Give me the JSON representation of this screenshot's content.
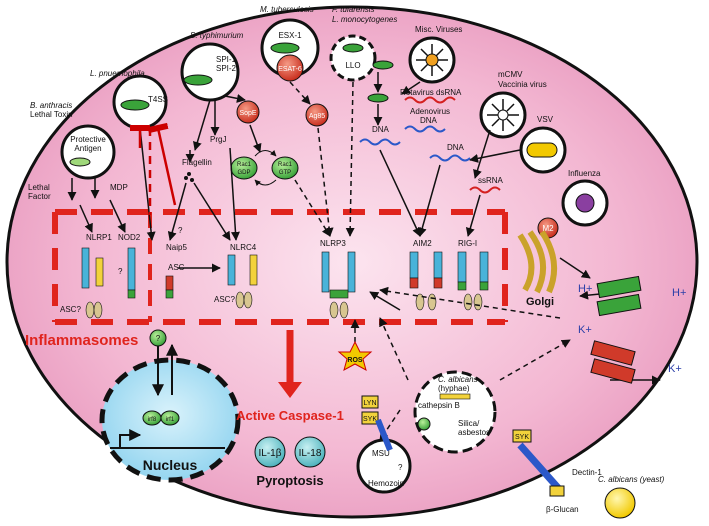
{
  "pathogens": {
    "s_anthracis": [
      "B. anthracis",
      "Lethal Toxin"
    ],
    "l_pneumophila": "L. pnuemophila",
    "s_typhimurium": "S. typhimurium",
    "m_tuberculosis": "M. tuberculosis",
    "f_tularensis": [
      "F. tularensis",
      "L. monocytogenes"
    ],
    "misc_viruses": "Misc. Viruses",
    "mcmv": [
      "mCMV",
      "Vaccinia virus"
    ],
    "vsv": "VSV",
    "influenza": "Influenza",
    "c_albicans_hyphae": [
      "C. albicans",
      "(hyphae)"
    ],
    "c_albicans_yeast": "C. albicans (yeast)"
  },
  "labels": {
    "protective_antigen": [
      "Protective",
      "Antigen"
    ],
    "lethal_factor": [
      "Lethal",
      "Factor"
    ],
    "mdp": "MDP",
    "t4ss": "T4SS",
    "spi": [
      "SPI-1",
      "SPI-2"
    ],
    "esx": "ESX-1",
    "esat": "ESAT-6",
    "llo": "LLO",
    "sope": "SopE",
    "ag85": "Ag85",
    "prgj": "PrgJ",
    "flagellin": "Flagellin",
    "rac1_gdp": [
      "Rac1",
      "GDP"
    ],
    "rac1_gtp": [
      "Rac1",
      "GTP"
    ],
    "rotavirus": "Rotavirus dsRNA",
    "adenovirus": [
      "Adenovirus",
      "DNA"
    ],
    "dna1": "DNA",
    "dna2": "DNA",
    "ssrna": "ssRNA",
    "m2": "M2",
    "golgi": "Golgi",
    "q1": "?",
    "q2": "?",
    "q3": "?"
  },
  "receptors": {
    "nlrp1": "NLRP1",
    "nod2": "NOD2",
    "naip5": "Naip5",
    "asc1": "ASC",
    "nlrc4": "NLRC4",
    "nlrp3": "NLRP3",
    "aim2": "AIM2",
    "rigi": "RIG-I",
    "asc_q1": "ASC?",
    "asc_q2": "ASC?"
  },
  "bottom": {
    "inflammasomes": "Inflammasomes",
    "active_caspase": "Active Caspase-1",
    "il1b": "IL-1β",
    "il18": "IL-18",
    "pyroptosis": "Pyroptosis",
    "nucleus": "Nucleus",
    "irf8": "irf8",
    "irf1": "irf1",
    "ros": "ROS",
    "lyn": "LYN",
    "syk1": "SYK",
    "syk2": "SYK",
    "cathepsin": "cathepsin B",
    "silica": [
      "Silica/",
      "asbestos"
    ],
    "msu": "MSU",
    "hemozoin": "Hemozoin",
    "dectin": "Dectin-1",
    "glucan": "β-Glucan",
    "h_in": "H+",
    "h_out": "H+",
    "k_in": "K+",
    "k_out": "K+",
    "q_green": "?"
  }
}
